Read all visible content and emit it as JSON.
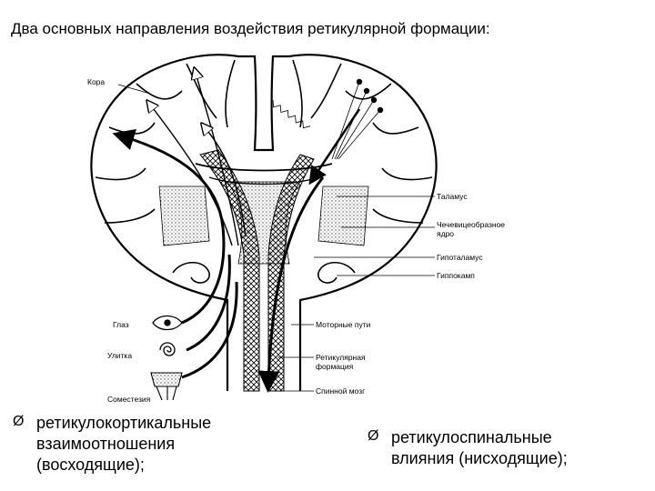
{
  "title": "Два основных направления воздействия ретикулярной формации:",
  "labels": {
    "cortex": "Кора",
    "thalamus": "Таламус",
    "caudate_1": "Чечевицеобразное",
    "caudate_2": "ядро",
    "hypothalamus": "Гипоталамус",
    "hippocampus": "Гиппокамп",
    "eye": "Глаз",
    "cochlea": "Улитка",
    "somesthesia": "Соместезия",
    "motor_paths": "Моторные пути",
    "reticular_1": "Ретикулярная",
    "reticular_2": "формация",
    "spinal_cord": "Спинной мозг"
  },
  "bullets": {
    "marker": "Ø",
    "left_line1": "ретикулокортикальные",
    "left_line2": "взаимоотношения",
    "left_line3": "(восходящие);",
    "right_line1": "ретикулоспинальные",
    "right_line2": "влияния (нисходящие);"
  }
}
